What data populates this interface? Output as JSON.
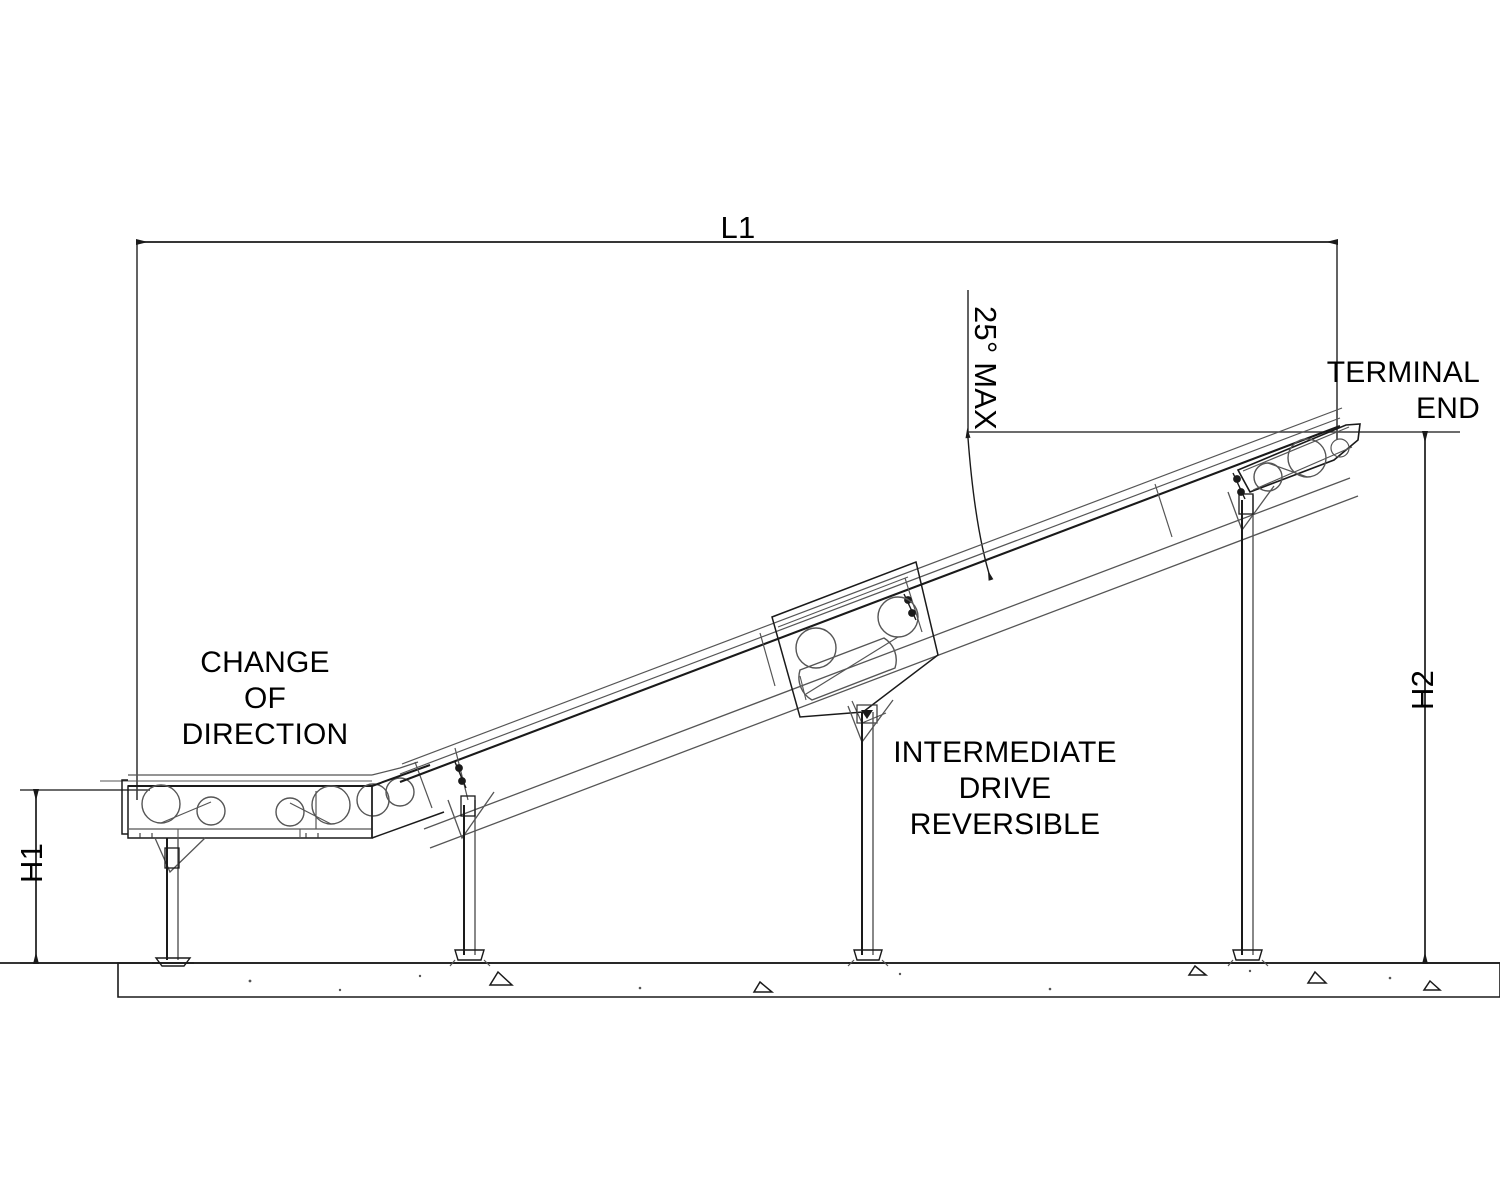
{
  "drawing": {
    "type": "engineering-elevation-drawing",
    "subject": "Inclined belt conveyor elevation view",
    "line_color": "#1a1a1a",
    "thin_line_color": "#555555",
    "background": "#ffffff"
  },
  "dimensions": {
    "overall_length": {
      "label": "L1",
      "orientation": "horizontal",
      "position": "top"
    },
    "discharge_height": {
      "label": "H2",
      "orientation": "vertical",
      "position": "right"
    },
    "infeed_height": {
      "label": "H1",
      "orientation": "vertical",
      "position": "left"
    },
    "incline_angle": {
      "label": "25° MAX",
      "orientation": "vertical-rotated"
    }
  },
  "callouts": {
    "change_of_direction": {
      "line1": "CHANGE",
      "line2": "OF",
      "line3": "DIRECTION"
    },
    "intermediate_drive": {
      "line1": "INTERMEDIATE",
      "line2": "DRIVE",
      "line3": "REVERSIBLE"
    },
    "terminal_end": {
      "line1": "TERMINAL",
      "line2": "END"
    }
  },
  "components": {
    "horizontal_section": "horizontal infeed conveyor section",
    "inclined_section": "inclined conveyor section",
    "legs": [
      "leg-1",
      "leg-2",
      "leg-3",
      "leg-4"
    ],
    "floor": "concrete floor slab"
  }
}
